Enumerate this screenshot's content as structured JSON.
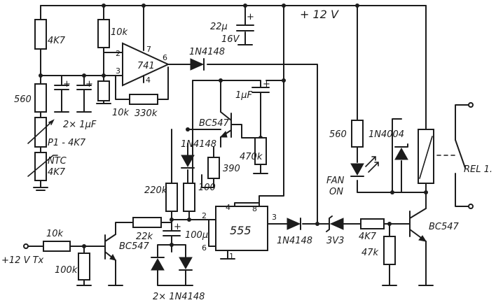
{
  "supply": {
    "label": "+ 12 V"
  },
  "input": {
    "label": "+12 V Tx"
  },
  "opamp": {
    "label": "741",
    "pin2": "2",
    "pin3": "3",
    "pin4": "4",
    "pin6": "6",
    "pin7": "7"
  },
  "timer": {
    "label": "555",
    "pin1": "1",
    "pin2": "2",
    "pin3": "3",
    "pin4": "4",
    "pin6": "6",
    "pin8": "8"
  },
  "resistors": {
    "r_top_left": "4K7",
    "r_top_mid": "10k",
    "r_560_left": "560",
    "r_10k_bottom": "10k",
    "r_feedback": "330k",
    "r_470k": "470k",
    "r_390": "390",
    "r_220k": "220k",
    "r_100": "100",
    "r_in_10k": "10k",
    "r_in_100k": "100k",
    "r_22k": "22k",
    "r_560_led": "560",
    "r_base_4k7": "4K7",
    "r_47k": "47k"
  },
  "capacitors": {
    "c_supply": "22μ",
    "c_supply_v": "16V",
    "c_pair": "2× 1μF",
    "c_1uf": "1μF",
    "c_100u": "100μ"
  },
  "semis": {
    "d_opamp": "1N4148",
    "d_transistor": "1N4148",
    "d_pair": "2× 1N4148",
    "d_555_out": "1N4148",
    "zener": "3V3",
    "d_relay": "1N4004",
    "q_upper": "BC547",
    "q_input": "BC547",
    "q_relay": "BC547"
  },
  "sensors": {
    "pot": "P1 - 4K7",
    "ntc_name": "NTC",
    "ntc_value": "4K7"
  },
  "led": {
    "line1": "FAN",
    "line2": "ON"
  },
  "relay": {
    "label": "REL 1."
  },
  "marks": {
    "plus": "+"
  }
}
